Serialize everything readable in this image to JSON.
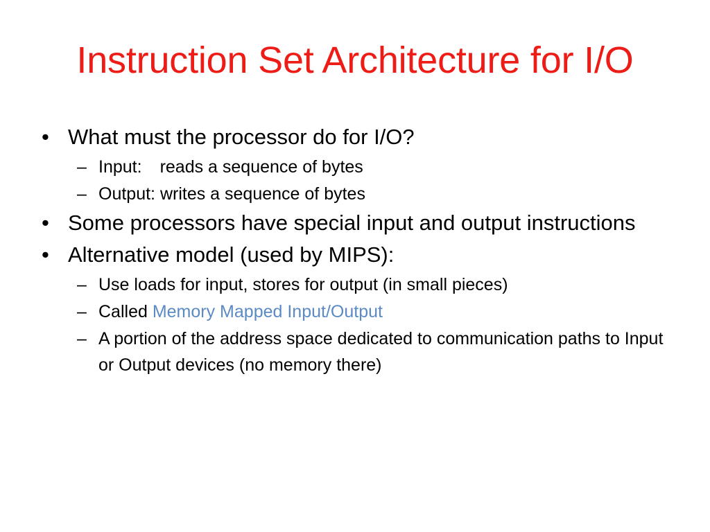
{
  "slide": {
    "title": "Instruction Set Architecture for I/O",
    "title_color": "#ED1C16",
    "background_color": "#FFFFFF",
    "body_color": "#000000",
    "accent_color": "#5B8AC4",
    "bullet_marker_level1": "•",
    "bullet_marker_level2": "–",
    "content": [
      {
        "level": 1,
        "text": "What must the processor do for I/O?"
      },
      {
        "level": 2,
        "label": "Input:",
        "text": "reads a sequence of bytes"
      },
      {
        "level": 2,
        "label": "Output:",
        "text": "writes a sequence of bytes"
      },
      {
        "level": 1,
        "text": "Some processors have special input and output instructions"
      },
      {
        "level": 1,
        "text": "Alternative model (used by MIPS):"
      },
      {
        "level": 2,
        "text": "Use loads for input, stores for output (in small pieces)"
      },
      {
        "level": 2,
        "text_plain": "Called ",
        "text_accent": "Memory Mapped Input/Output"
      },
      {
        "level": 2,
        "text": "A portion of the address space dedicated to communication paths to Input or Output devices (no memory there)"
      }
    ]
  }
}
